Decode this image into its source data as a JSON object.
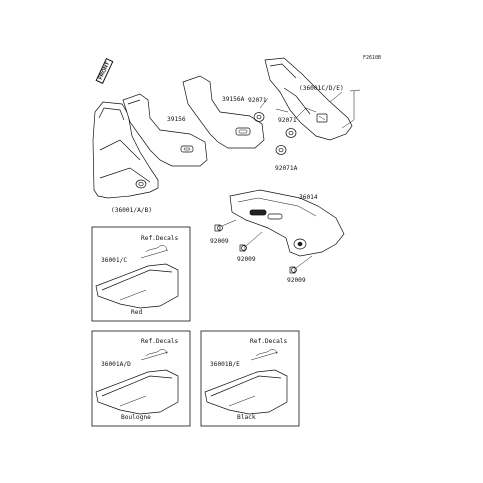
{
  "figure_code": "F2610B",
  "front_label": "FRONT",
  "parts": {
    "panel_right": "(36001/A/B)",
    "p39156": "39156",
    "p39156A": "39156A",
    "p92071_top": "92071",
    "p36001CDE": "(36001C/D/E)",
    "p92071_mid": "92071",
    "p92071A": "92071A",
    "p36014": "36014",
    "p92009_a": "92009",
    "p92009_b": "92009",
    "p92009_c": "92009"
  },
  "boxes": {
    "red": {
      "ref": "Ref.Decals",
      "part": "36001/C",
      "color": "Red"
    },
    "boulogne": {
      "ref": "Ref.Decals",
      "part": "36001A/D",
      "color": "Boulogne"
    },
    "black": {
      "ref": "Ref.Decals",
      "part": "36001B/E",
      "color": "Black"
    }
  }
}
